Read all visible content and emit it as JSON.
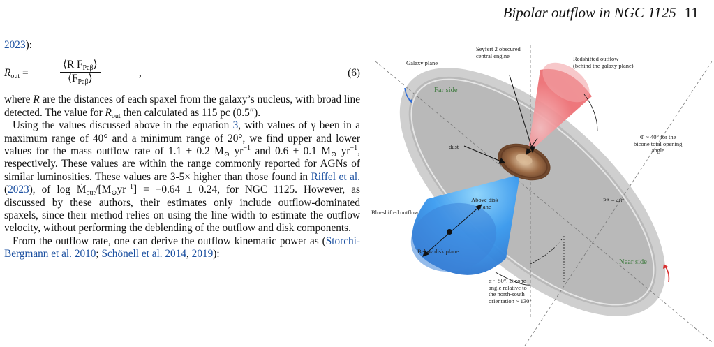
{
  "header": {
    "title": "Bipolar outflow in NGC 1125",
    "page": "11"
  },
  "text": {
    "cont_year": "2023",
    "cont_tail": "):",
    "eq_lhs": "R",
    "eq_lhs_sub": "out",
    "eq_eq": " =",
    "eq_num": "⟨R F",
    "eq_num_sub": "Paβ",
    "eq_num_close": "⟩",
    "eq_den": "⟨F",
    "eq_den_sub": "Paβ",
    "eq_den_close": "⟩",
    "eq_comma": ",",
    "eq_no": "(6)",
    "p1a": "where ",
    "p1_R": "R",
    "p1b": " are the distances of each spaxel from the galaxy’s nucleus, with broad line detected. The value for ",
    "p1_R2": "R",
    "p1_R2_sub": "out",
    "p1c": " then calculated as 115 pc (0.5″).",
    "p2a": "Using the values discussed above in the equation ",
    "p2_eqref": "3",
    "p2b": ", with values of γ been in a maximum range of 40° and a minimum range of 20°, we find upper and lower values for the mass outflow rate of 1.1 ± 0.2 M",
    "p2_sun": "⊙",
    "p2c": " yr",
    "p2_exp": "−1",
    "p2d": " and 0.6 ± 0.1 M",
    "p2_sun2": "⊙",
    "p2e": " yr",
    "p2_exp2": "−1",
    "p2f": ", respectively. These values are within the range commonly reported for AGNs of similar luminosities. These values are 3-5× higher than those found in ",
    "p2_cite": "Riffel et al.",
    "p2_cite_open": " (",
    "p2_cite_year": "2023",
    "p2g": "), of log Ṁ",
    "p2_out": "out",
    "p2h": "/[M",
    "p2_sun3": "⊙",
    "p2i": "yr",
    "p2_exp3": "−1",
    "p2j": "] = −0.64 ± 0.24, for NGC 1125. However, as discussed by these authors, their estimates only include outflow-dominated spaxels, since their method relies on using the line width to estimate the outflow velocity, without performing the deblending of the outflow and disk components.",
    "p3a": "From the outflow rate, one can derive the outflow kinematic power as (",
    "p3_c1": "Storchi-Bergmann et al. 2010",
    "p3_sep1": "; ",
    "p3_c2": "Schönell et al. 2014",
    "p3_sep2": ", ",
    "p3_c3": "2019",
    "p3_end": "):"
  },
  "figure": {
    "galaxy_plane": "Galaxy plane",
    "seyfert_1": "Seyfert 2 obscured",
    "seyfert_2": "central engine",
    "red_1": "Redshifted outflow",
    "red_2": "(behind the galaxy plane)",
    "far_side": "Far side",
    "dust": "dust",
    "phi_1": "Φ ~ 40° for the",
    "phi_2": "bicone total opening",
    "phi_3": "angle",
    "blue": "Blueshifted outflow",
    "above_1": "Above disk",
    "above_2": "plane",
    "pa": "PA = 48°",
    "below": "Below disk plane",
    "near_side": "Near side",
    "alpha_1": "α ~ 50°. Bicone",
    "alpha_2": "angle relative to",
    "alpha_3": "the north-south",
    "alpha_4": "orientation ~ 130°"
  },
  "colors": {
    "link": "#1a4fa0",
    "side_label": "#3f7a3f",
    "red_cone": "#e9555a",
    "blue_cone": "#2f7fd6",
    "disk": "#c9c9c9"
  }
}
